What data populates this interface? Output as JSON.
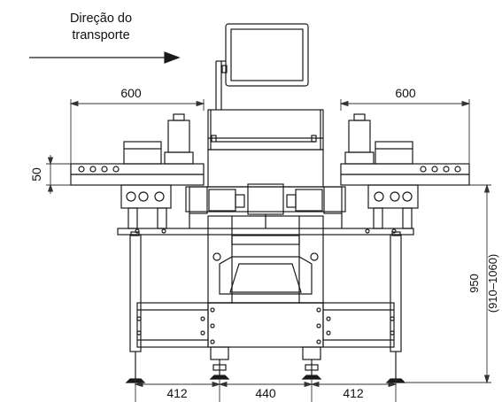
{
  "caption": {
    "line1": "Direção do",
    "line2": "transporte"
  },
  "dimensions": {
    "left_width": "600",
    "right_width": "600",
    "conveyor_height": "50",
    "total_height": "950",
    "height_range": "(910–1060)",
    "left_spacing": "412",
    "center_spacing": "440",
    "right_spacing": "412"
  },
  "colors": {
    "line": "#1a1a1a",
    "dim": "#333333"
  }
}
